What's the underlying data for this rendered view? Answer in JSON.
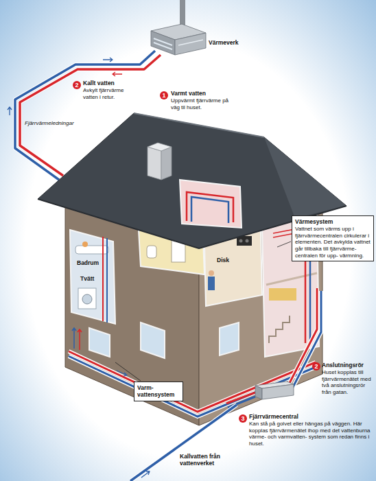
{
  "diagram": {
    "nodes": [
      {
        "text": [
          "Värmesystem",
          "Vattnet som värms upp i fjärrvärmecentralen cirkulerar i elementen. Det avkylda vattnet går tillbaka till fjärrvärme- centralen för upp- värmning."
        ]
      },
      {
        "text": [
          "Varm- vattensystem"
        ]
      }
    ],
    "labels": [
      "Värmeverk",
      "2",
      "Kallt vatten",
      "Avkylt fjärrvärme vatten i retur.",
      "1",
      "Varmt vatten",
      "Uppvärmt fjärrvärme på väg til huset.",
      "Fjärrvärmeledningar",
      "Badrum",
      "Tvätt",
      "Disk",
      "2",
      "Anslutningsrör",
      "Huset kopplas till fjärrvärmenätet med två anslutningsrör från gatan.",
      "3",
      "Fjärrvärmecentral",
      "Kan stå på golvet eller hängas på väggen. Här kopplas fjärrvärmenätet ihop med det vattenburna värme- och varmvatten- system som redan finns i huset.",
      "Kallvatten från vattenverket"
    ]
  }
}
